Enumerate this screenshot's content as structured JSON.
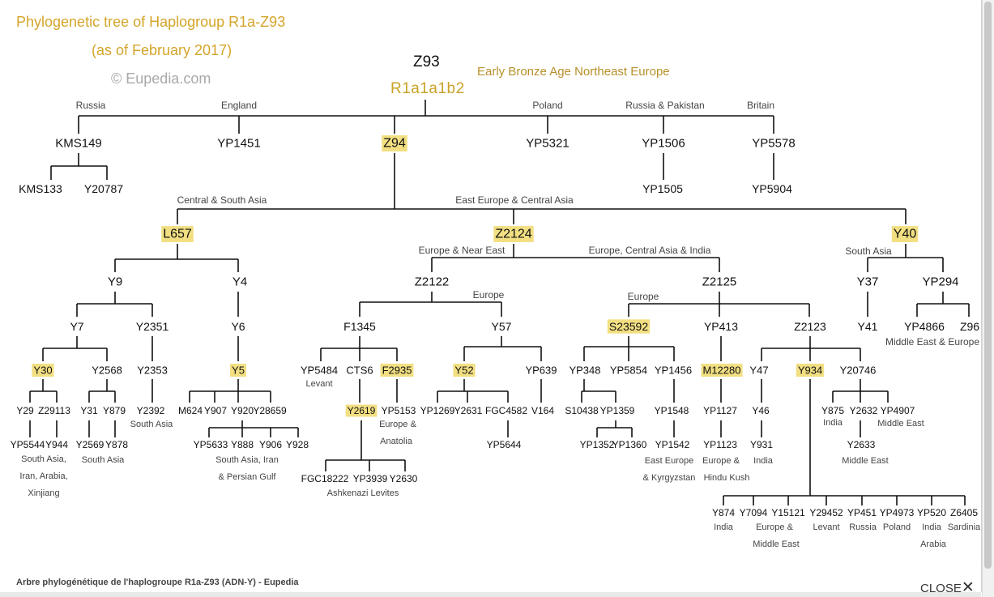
{
  "header": {
    "title": "Phylogenetic tree of Haplogroup R1a-Z93",
    "date": "(as of February 2017)",
    "copyright": "© Eupedia.com",
    "root_snp": "Z93",
    "root_hg": "R1a1a1b2",
    "root_region": "Early Bronze Age Northeast Europe"
  },
  "footer": {
    "caption": "Arbre phylogénétique de l'haplogroupe R1a-Z93 (ADN-Y) - Eupedia",
    "close_label": "CLOSE",
    "close_icon": "close-x-icon"
  },
  "colors": {
    "highlight": "#f2df82",
    "accent": "#c9a227",
    "line": "#111111",
    "region": "#444444"
  },
  "tree": {
    "nodes": [
      {
        "id": "kms149",
        "label": "KMS149"
      },
      {
        "id": "yp1451",
        "label": "YP1451"
      },
      {
        "id": "z94",
        "label": "Z94",
        "hl": true
      },
      {
        "id": "yp5321",
        "label": "YP5321"
      },
      {
        "id": "yp1506",
        "label": "YP1506"
      },
      {
        "id": "yp5578",
        "label": "YP5578"
      },
      {
        "id": "kms133",
        "label": "KMS133"
      },
      {
        "id": "y20787",
        "label": "Y20787"
      },
      {
        "id": "yp1505",
        "label": "YP1505"
      },
      {
        "id": "yp5904",
        "label": "YP5904"
      },
      {
        "id": "l657",
        "label": "L657",
        "hl": true
      },
      {
        "id": "z2124",
        "label": "Z2124",
        "hl": true
      },
      {
        "id": "y40",
        "label": "Y40",
        "hl": true
      },
      {
        "id": "y9",
        "label": "Y9"
      },
      {
        "id": "y4",
        "label": "Y4"
      },
      {
        "id": "z2122",
        "label": "Z2122"
      },
      {
        "id": "z2125",
        "label": "Z2125"
      },
      {
        "id": "y37",
        "label": "Y37"
      },
      {
        "id": "yp294",
        "label": "YP294"
      },
      {
        "id": "y7",
        "label": "Y7"
      },
      {
        "id": "y2351",
        "label": "Y2351"
      },
      {
        "id": "y6",
        "label": "Y6"
      },
      {
        "id": "f1345",
        "label": "F1345"
      },
      {
        "id": "y57",
        "label": "Y57"
      },
      {
        "id": "s23592",
        "label": "S23592",
        "hl": true
      },
      {
        "id": "yp413",
        "label": "YP413"
      },
      {
        "id": "z2123",
        "label": "Z2123"
      },
      {
        "id": "y41",
        "label": "Y41"
      },
      {
        "id": "yp4866",
        "label": "YP4866"
      },
      {
        "id": "z96",
        "label": "Z96"
      },
      {
        "id": "y30",
        "label": "Y30",
        "hl": true
      },
      {
        "id": "y2568",
        "label": "Y2568"
      },
      {
        "id": "y2353",
        "label": "Y2353"
      },
      {
        "id": "y5",
        "label": "Y5",
        "hl": true
      },
      {
        "id": "yp5484",
        "label": "YP5484"
      },
      {
        "id": "cts6",
        "label": "CTS6"
      },
      {
        "id": "f2935",
        "label": "F2935",
        "hl": true
      },
      {
        "id": "y52",
        "label": "Y52",
        "hl": true
      },
      {
        "id": "yp639",
        "label": "YP639"
      },
      {
        "id": "yp348",
        "label": "YP348"
      },
      {
        "id": "yp5854",
        "label": "YP5854"
      },
      {
        "id": "yp1456",
        "label": "YP1456"
      },
      {
        "id": "m12280",
        "label": "M12280",
        "hl": true
      },
      {
        "id": "y47",
        "label": "Y47"
      },
      {
        "id": "y934",
        "label": "Y934",
        "hl": true
      },
      {
        "id": "y20746",
        "label": "Y20746"
      },
      {
        "id": "y29",
        "label": "Y29"
      },
      {
        "id": "z29113",
        "label": "Z29113"
      },
      {
        "id": "y31",
        "label": "Y31"
      },
      {
        "id": "y879",
        "label": "Y879"
      },
      {
        "id": "y2392",
        "label": "Y2392"
      },
      {
        "id": "m624",
        "label": "M624"
      },
      {
        "id": "y907",
        "label": "Y907"
      },
      {
        "id": "y920",
        "label": "Y920"
      },
      {
        "id": "y28659",
        "label": "Y28659"
      },
      {
        "id": "y2619",
        "label": "Y2619",
        "hl": true
      },
      {
        "id": "yp5153",
        "label": "YP5153"
      },
      {
        "id": "yp1269",
        "label": "YP1269"
      },
      {
        "id": "y2631",
        "label": "Y2631"
      },
      {
        "id": "fgc4582",
        "label": "FGC4582"
      },
      {
        "id": "v164",
        "label": "V164"
      },
      {
        "id": "s10438",
        "label": "S10438"
      },
      {
        "id": "yp1359",
        "label": "YP1359"
      },
      {
        "id": "yp1548",
        "label": "YP1548"
      },
      {
        "id": "yp1127",
        "label": "YP1127"
      },
      {
        "id": "y46",
        "label": "Y46"
      },
      {
        "id": "y875",
        "label": "Y875"
      },
      {
        "id": "y2632",
        "label": "Y2632"
      },
      {
        "id": "yp4907",
        "label": "YP4907"
      },
      {
        "id": "yp5544",
        "label": "YP5544"
      },
      {
        "id": "y944",
        "label": "Y944"
      },
      {
        "id": "y2569",
        "label": "Y2569"
      },
      {
        "id": "y878",
        "label": "Y878"
      },
      {
        "id": "yp5633",
        "label": "YP5633"
      },
      {
        "id": "y888",
        "label": "Y888"
      },
      {
        "id": "y906",
        "label": "Y906"
      },
      {
        "id": "y928",
        "label": "Y928"
      },
      {
        "id": "yp5644",
        "label": "YP5644"
      },
      {
        "id": "yp1352",
        "label": "YP1352"
      },
      {
        "id": "yp1360",
        "label": "YP1360"
      },
      {
        "id": "yp1542",
        "label": "YP1542"
      },
      {
        "id": "yp1123",
        "label": "YP1123"
      },
      {
        "id": "y931",
        "label": "Y931"
      },
      {
        "id": "y2633",
        "label": "Y2633"
      },
      {
        "id": "fgc18222",
        "label": "FGC18222"
      },
      {
        "id": "yp3939",
        "label": "YP3939"
      },
      {
        "id": "y2630",
        "label": "Y2630"
      },
      {
        "id": "y874",
        "label": "Y874"
      },
      {
        "id": "y7094",
        "label": "Y7094"
      },
      {
        "id": "y15121",
        "label": "Y15121"
      },
      {
        "id": "y29452",
        "label": "Y29452"
      },
      {
        "id": "yp451",
        "label": "YP451"
      },
      {
        "id": "yp4973",
        "label": "YP4973"
      },
      {
        "id": "yp520",
        "label": "YP520"
      },
      {
        "id": "z6405",
        "label": "Z6405"
      }
    ],
    "regions": [
      {
        "id": "russia",
        "text": "Russia"
      },
      {
        "id": "england",
        "text": "England"
      },
      {
        "id": "poland",
        "text": "Poland"
      },
      {
        "id": "russia-pakistan",
        "text": "Russia & Pakistan"
      },
      {
        "id": "britain",
        "text": "Britain"
      },
      {
        "id": "central-south-asia",
        "text": "Central & South Asia"
      },
      {
        "id": "east-europe-central-asia",
        "text": "East Europe & Central Asia"
      },
      {
        "id": "europe-near-east",
        "text": "Europe & Near East"
      },
      {
        "id": "europe-central-asia-india",
        "text": "Europe, Central Asia & India"
      },
      {
        "id": "south-asia-y40",
        "text": "South Asia"
      },
      {
        "id": "europe-y57",
        "text": "Europe"
      },
      {
        "id": "europe-s23592",
        "text": "Europe"
      },
      {
        "id": "middle-east-europe",
        "text": "Middle East & Europe"
      },
      {
        "id": "levant-yp5484",
        "text": "Levant"
      },
      {
        "id": "south-asia-y2392",
        "text": "South Asia"
      },
      {
        "id": "europe-anatolia-1",
        "text": "Europe &"
      },
      {
        "id": "europe-anatolia-2",
        "text": "Anatolia"
      },
      {
        "id": "india-y875",
        "text": "India"
      },
      {
        "id": "middle-east-yp4907",
        "text": "Middle East"
      },
      {
        "id": "sa-iran-arabia-1",
        "text": "South Asia,"
      },
      {
        "id": "sa-iran-arabia-2",
        "text": "Iran, Arabia,"
      },
      {
        "id": "sa-iran-arabia-3",
        "text": "Xinjiang"
      },
      {
        "id": "south-asia-y878",
        "text": "South Asia"
      },
      {
        "id": "sa-iran-gulf-1",
        "text": "South Asia, Iran"
      },
      {
        "id": "sa-iran-gulf-2",
        "text": "& Persian Gulf"
      },
      {
        "id": "east-europe-kyrg-1",
        "text": "East Europe"
      },
      {
        "id": "east-europe-kyrg-2",
        "text": "& Kyrgyzstan"
      },
      {
        "id": "europe-hindukush-1",
        "text": "Europe &"
      },
      {
        "id": "europe-hindukush-2",
        "text": "Hindu Kush"
      },
      {
        "id": "india-y931",
        "text": "India"
      },
      {
        "id": "middle-east-y2633",
        "text": "Middle East"
      },
      {
        "id": "ashkenazi",
        "text": "Ashkenazi Levites"
      },
      {
        "id": "india-y874",
        "text": "India"
      },
      {
        "id": "europe-me-1",
        "text": "Europe &"
      },
      {
        "id": "europe-me-2",
        "text": "Middle East"
      },
      {
        "id": "levant-y29452",
        "text": "Levant"
      },
      {
        "id": "russia-yp451",
        "text": "Russia"
      },
      {
        "id": "poland-yp4973",
        "text": "Poland"
      },
      {
        "id": "india-yp520",
        "text": "India"
      },
      {
        "id": "sardinia",
        "text": "Sardinia"
      },
      {
        "id": "arabia",
        "text": "Arabia"
      }
    ]
  }
}
